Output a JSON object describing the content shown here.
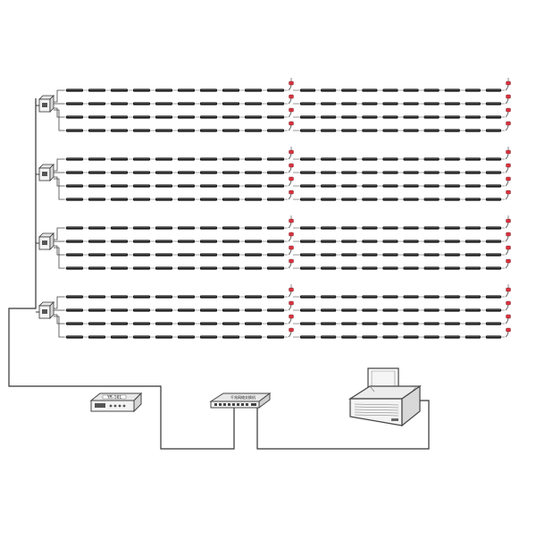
{
  "diagram": {
    "led_array": {
      "groups": 4,
      "lines_per_group": 4,
      "bars_per_half": 10,
      "halves": 2,
      "tube_color": "#1a1a1a",
      "connector_color": "#d9333f"
    },
    "devices": {
      "controller_label": "YM-501",
      "switch_label": "千兆网络交换机"
    },
    "colors": {
      "line": "#333333",
      "device_fill": "#f3f3f3",
      "device_stroke": "#444444"
    }
  }
}
